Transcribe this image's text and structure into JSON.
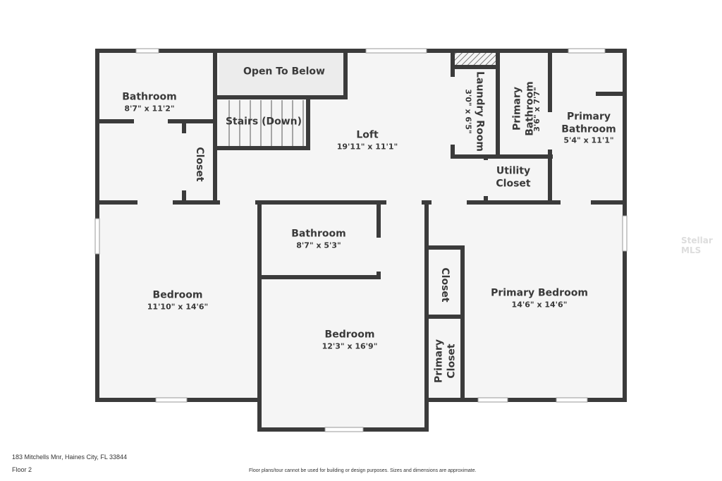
{
  "colors": {
    "wall": "#3b3b3b",
    "floor": "#f5f5f5",
    "window": "#ffffff"
  },
  "rooms": {
    "bathroom1": {
      "name": "Bathroom",
      "dim": "8'7\" x 11'2\""
    },
    "open_to_below": {
      "name": "Open To Below"
    },
    "stairs": {
      "name": "Stairs (Down)"
    },
    "loft": {
      "name": "Loft",
      "dim": "19'11\" x 11'1\""
    },
    "closet1": {
      "name": "Closet"
    },
    "laundry": {
      "name": "Laundry Room",
      "dim": "3'0\" x 6'5\""
    },
    "primary_bath_small": {
      "name1": "Primary",
      "name2": "Bathroom",
      "dim": "3'6\" x 7'7\""
    },
    "utility": {
      "name1": "Utility",
      "name2": "Closet"
    },
    "primary_bath": {
      "name1": "Primary",
      "name2": "Bathroom",
      "dim": "5'4\" x 11'1\""
    },
    "bedroom_left": {
      "name": "Bedroom",
      "dim": "11'10\" x 14'6\""
    },
    "bathroom2": {
      "name": "Bathroom",
      "dim": "8'7\" x 5'3\""
    },
    "bedroom_mid": {
      "name": "Bedroom",
      "dim": "12'3\" x 16'9\""
    },
    "closet2": {
      "name": "Closet"
    },
    "primary_closet": {
      "name1": "Primary",
      "name2": "Closet"
    },
    "primary_bedroom": {
      "name": "Primary Bedroom",
      "dim": "14'6\" x 14'6\""
    }
  },
  "footer": {
    "address": "183 Mitchells Mnr, Haines City, FL 33844",
    "floor": "Floor 2",
    "disclaimer": "Floor plans/tour cannot be used for building or design purposes. Sizes and dimensions are approximate."
  },
  "watermark": "Stellar MLS"
}
